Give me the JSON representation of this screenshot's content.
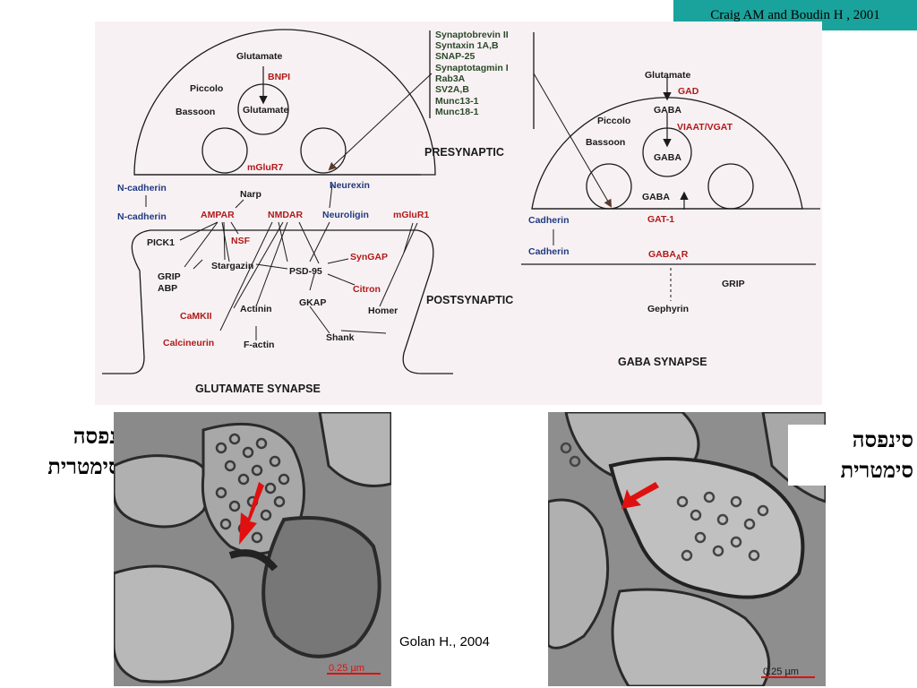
{
  "header": {
    "credit": "Craig AM and Boudin H ,  2001"
  },
  "glut": {
    "glutamate_top": "Glutamate",
    "bnpi": "BNPI",
    "glutamate_vesicle": "Glutamate",
    "piccolo": "Piccolo",
    "bassoon": "Bassoon",
    "mglur7": "mGluR7",
    "n_cadherin_pre": "N-cadherin",
    "n_cadherin_post": "N-cadherin",
    "narp": "Narp",
    "neurexin": "Neurexin",
    "ampar": "AMPAR",
    "nmdar": "NMDAR",
    "neuroligin": "Neuroligin",
    "mglur1": "mGluR1",
    "pick1": "PICK1",
    "nsf": "NSF",
    "grip": "GRIP",
    "abp": "ABP",
    "stargazin": "Stargazin",
    "psd95": "PSD-95",
    "syngap": "SynGAP",
    "citron": "Citron",
    "camkii": "CaMKII",
    "actinin": "Actinin",
    "gkap": "GKAP",
    "homer": "Homer",
    "calcineurin": "Calcineurin",
    "factin": "F-actin",
    "shank": "Shank",
    "presynaptic": "PRESYNAPTIC",
    "postsynaptic": "POSTSYNAPTIC",
    "caption": "GLUTAMATE SYNAPSE"
  },
  "proteins": [
    "Synaptobrevin II",
    "Syntaxin 1A,B",
    "SNAP-25",
    "Synaptotagmin I",
    "Rab3A",
    "SV2A,B",
    "Munc13-1",
    "Munc18-1"
  ],
  "gaba": {
    "glutamate": "Glutamate",
    "gad": "GAD",
    "gaba_1": "GABA",
    "piccolo": "Piccolo",
    "viaat": "VIAAT/VGAT",
    "bassoon": "Bassoon",
    "gaba_2": "GABA",
    "gaba_3": "GABA",
    "gat1": "GAT-1",
    "cadherin_pre": "Cadherin",
    "cadherin_post": "Cadherin",
    "gabaar_main": "GABA",
    "gabaar_sub": "A",
    "gabaar_r": "R",
    "grip": "GRIP",
    "gephyrin": "Gephyrin",
    "caption": "GABA SYNAPSE"
  },
  "labels": {
    "asymmetric_1": "סינפסה",
    "asymmetric_2": "אסימטרית",
    "symmetric_1": "סינפסה",
    "symmetric_2": "סימטרית"
  },
  "em": {
    "scale_left": "0.25 µm",
    "scale_right": "0.25 µm"
  },
  "footer": {
    "golan": "Golan H., 2004"
  },
  "colors": {
    "red_label": "#b01a1a",
    "blue_label": "#1f3a80",
    "credit_bg": "#1aa39c",
    "arrow": "#e01010"
  }
}
